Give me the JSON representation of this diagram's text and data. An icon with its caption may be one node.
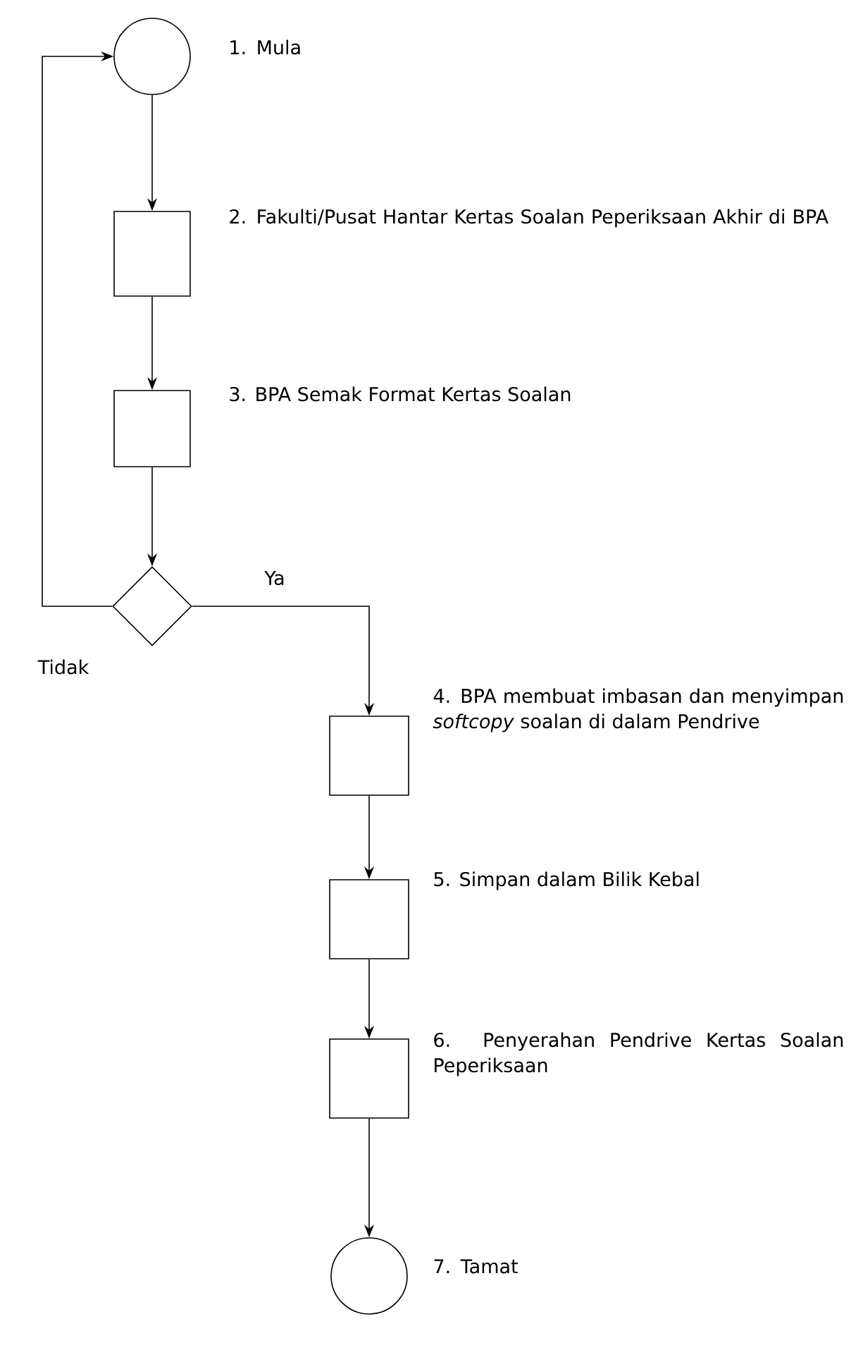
{
  "diagram": {
    "nodes": [
      {
        "text": [],
        "shape": "circle",
        "beside": [
          "1. Mula"
        ]
      },
      {
        "text": [],
        "shape": "box",
        "beside": [
          "2. Fakulti/Pusat Hantar Kertas Soalan Peperiksaan Akhir di BPA"
        ]
      },
      {
        "text": [],
        "shape": "box",
        "beside": [
          "3. BPA Semak Format Kertas Soalan"
        ]
      },
      {
        "text": [],
        "shape": "diamond"
      },
      {
        "text": [],
        "shape": "box",
        "beside": [
          "4. BPA membuat imbasan dan menyimpan *softcopy* soalan di dalam Pendrive"
        ]
      },
      {
        "text": [],
        "shape": "box",
        "beside": [
          "5. Simpan dalam Bilik Kebal"
        ]
      },
      {
        "text": [],
        "shape": "box",
        "beside": [
          "6. Penyerahan Pendrive Kertas Soalan Peperiksaan"
        ]
      },
      {
        "text": [],
        "shape": "circle",
        "beside": [
          "7. Tamat"
        ]
      }
    ],
    "edges": [
      {
        "from": 0,
        "to": 1,
        "arrow": "to"
      },
      {
        "from": 1,
        "to": 2,
        "arrow": "to"
      },
      {
        "from": 2,
        "to": 3,
        "arrow": "to"
      },
      {
        "from": 3,
        "to": 4,
        "arrow": "to",
        "label": "Ya"
      },
      {
        "from": 3,
        "to": 0,
        "arrow": "to",
        "label": "Tidak"
      },
      {
        "from": 4,
        "to": 5,
        "arrow": "to"
      },
      {
        "from": 5,
        "to": 6,
        "arrow": "to"
      },
      {
        "from": 6,
        "to": 7,
        "arrow": "to"
      }
    ]
  }
}
